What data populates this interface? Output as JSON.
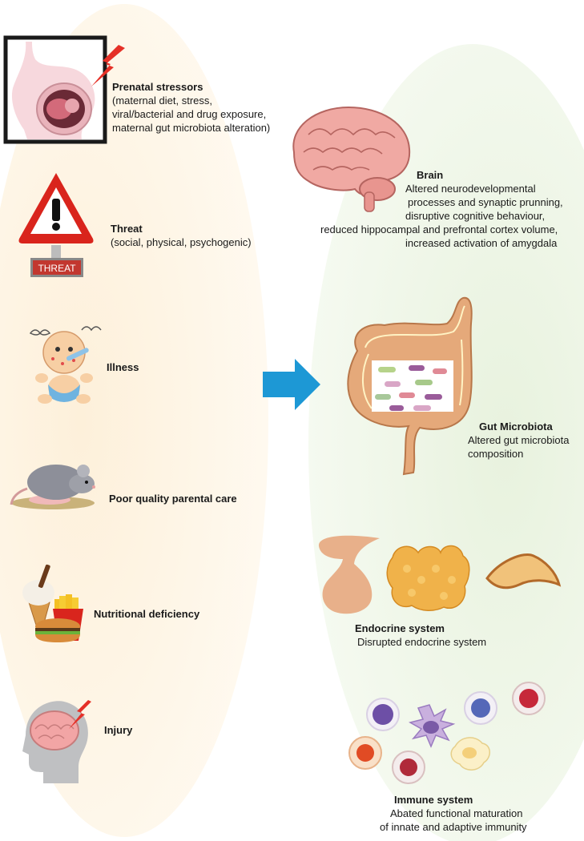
{
  "causes": [
    {
      "title": "Prenatal stressors",
      "lines": [
        "(maternal diet, stress,",
        "viral/bacterial and drug exposure,",
        "maternal gut microbiota alteration)"
      ]
    },
    {
      "title": "Threat",
      "lines": [
        "(social, physical, psychogenic)"
      ]
    },
    {
      "title": "Illness",
      "lines": []
    },
    {
      "title": "Poor quality parental care",
      "lines": []
    },
    {
      "title": "Nutritional deficiency",
      "lines": []
    },
    {
      "title": "Injury",
      "lines": []
    }
  ],
  "threat_sign_label": "THREAT",
  "effects": [
    {
      "title": "Brain",
      "lines": [
        "Altered neurodevelopmental",
        "processes and synaptic prunning,",
        "disruptive cognitive behaviour,",
        "reduced hippocampal and prefrontal cortex volume,",
        "increased activation of amygdala"
      ]
    },
    {
      "title": "Gut Microbiota",
      "lines": [
        "Altered gut microbiota",
        "composition"
      ]
    },
    {
      "title": "Endocrine system",
      "lines": [
        "Disrupted endocrine system"
      ]
    },
    {
      "title": "Immune system",
      "lines": [
        "Abated functional maturation",
        "of innate and adaptive immunity"
      ]
    }
  ],
  "icons": [
    "pregnancy-icon",
    "lightning-icon",
    "warning-sign-icon",
    "sick-baby-icon",
    "rodent-icon",
    "fast-food-icon",
    "head-injury-icon",
    "brain-icon",
    "intestine-icon",
    "endocrine-glands-icon",
    "immune-cells-icon",
    "arrow-right-icon"
  ],
  "colors": {
    "left_panel": "#fdf3e1",
    "right_panel": "#eef5e6",
    "arrow": "#1d98d5",
    "lightning": "#e53027"
  }
}
